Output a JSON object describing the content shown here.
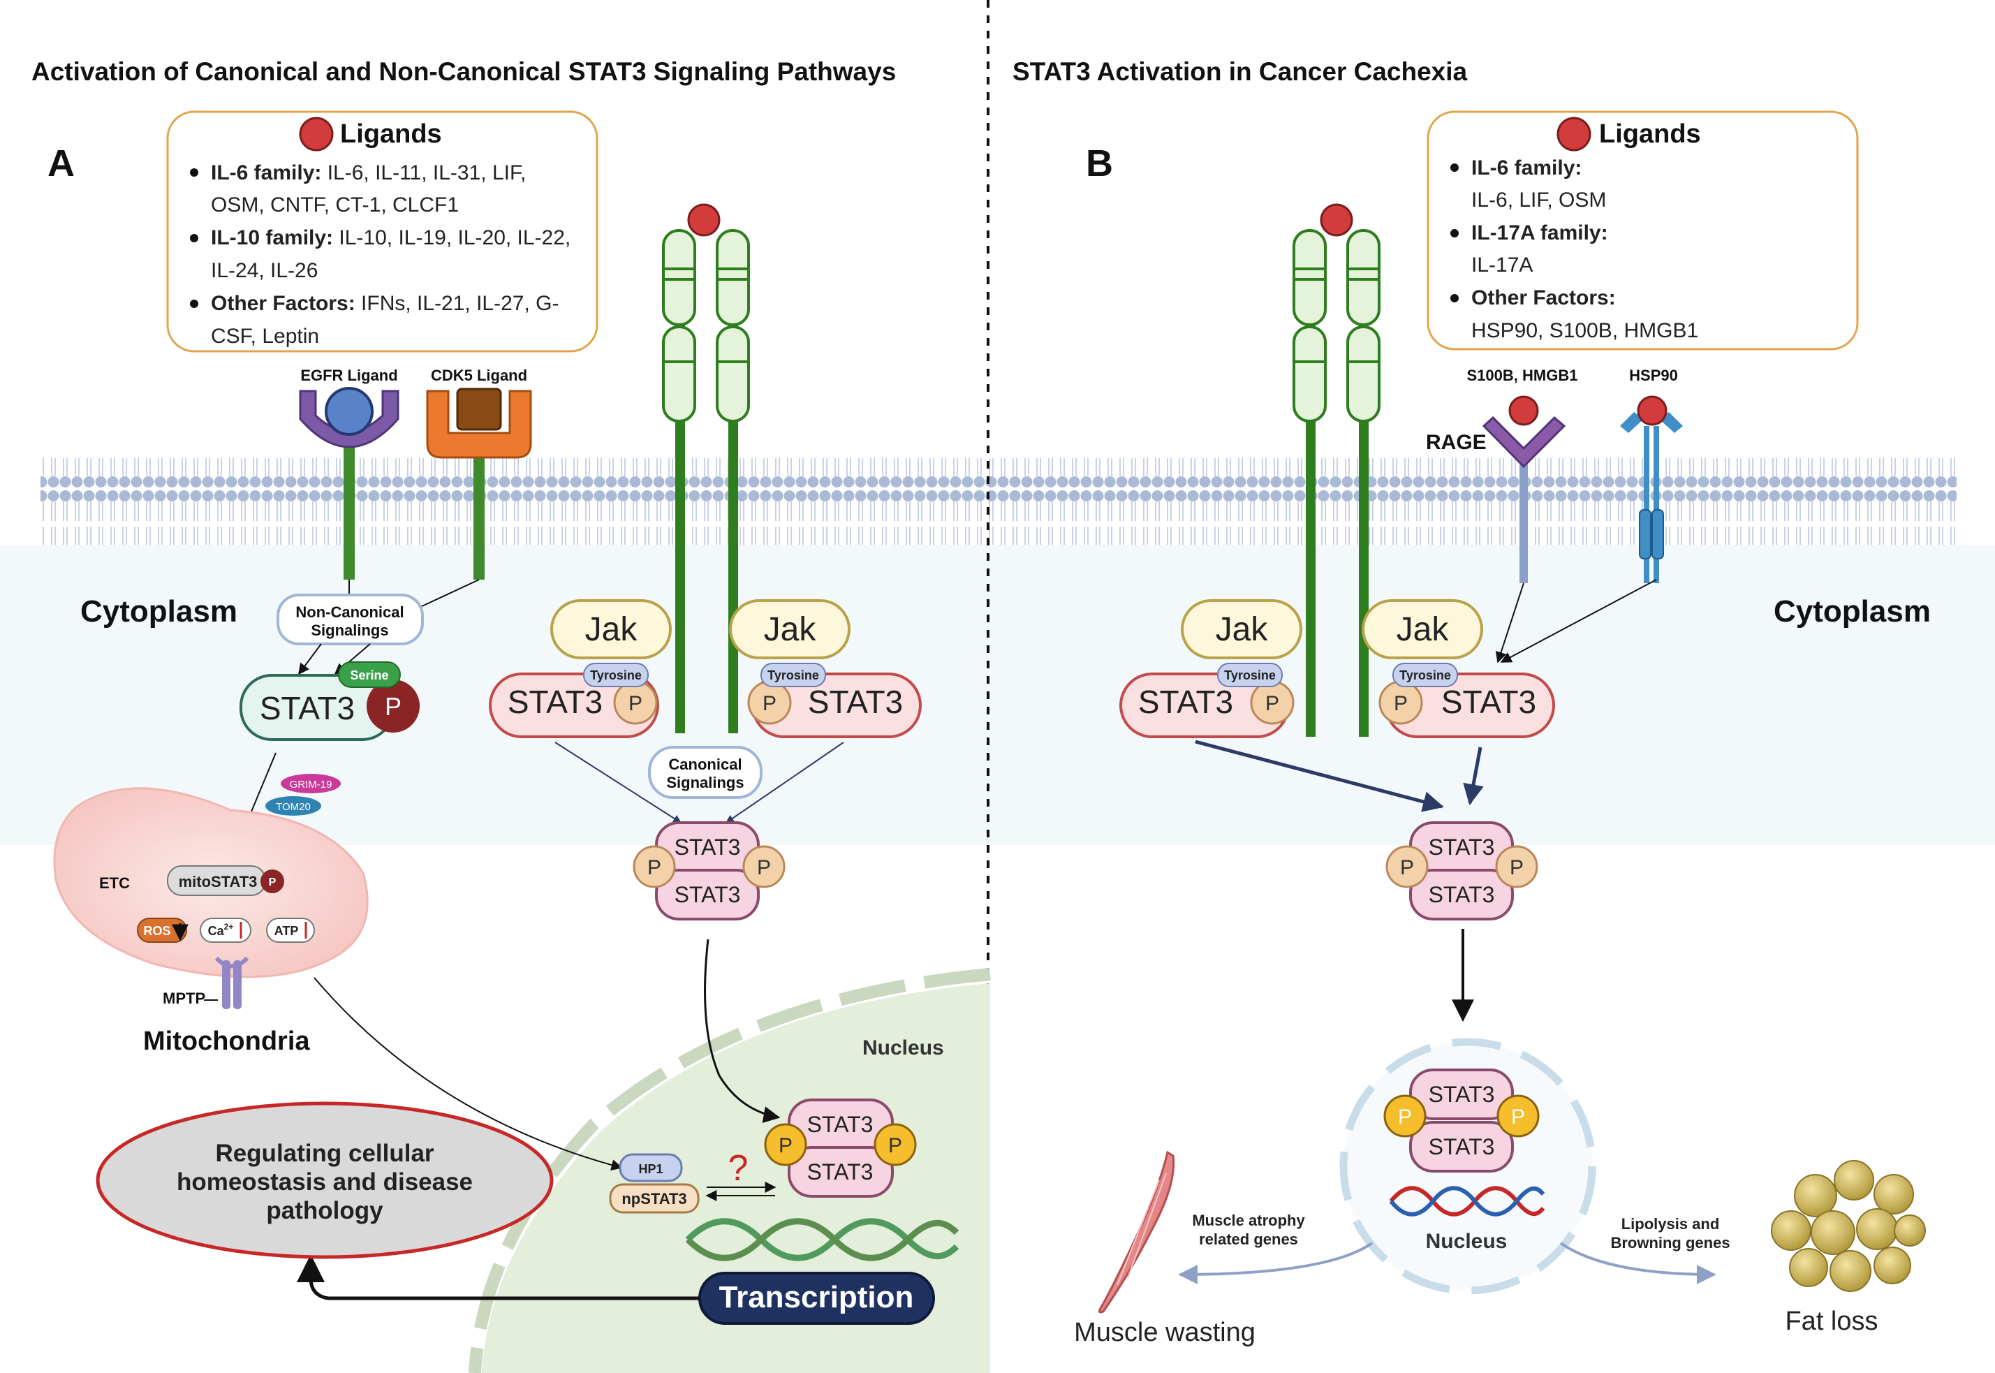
{
  "panel_a": {
    "title": "Activation of Canonical and Non-Canonical STAT3 Signaling Pathways",
    "letter": "A",
    "ligands": {
      "title": "Ligands",
      "line1_bold": "IL-6 family:",
      "line1_rest": " IL-6, IL-11, IL-31, LIF,",
      "line2": "OSM, CNTF, CT-1, CLCF1",
      "line3_bold": "IL-10 family:",
      "line3_rest": " IL-10, IL-19, IL-20, IL-22,",
      "line4": "IL-24,  IL-26",
      "line5_bold": "Other Factors:",
      "line5_rest": " IFNs, IL-21, IL-27, G-",
      "line6": "CSF, Leptin"
    },
    "egfr_ligand": "EGFR Ligand",
    "cdk5_ligand": "CDK5 Ligand",
    "cytoplasm": "Cytoplasm",
    "non_canonical": [
      "Non-Canonical",
      "Signalings"
    ],
    "serine": "Serine",
    "stat3": "STAT3",
    "p": "P",
    "grim19": "GRIM-19",
    "tom20": "TOM20",
    "etc": "ETC",
    "mito_stat3": "mitoSTAT3",
    "ros": "ROS",
    "ca": "Ca",
    "ca_sup": "2+",
    "atp": "ATP",
    "mptp": "MPTP",
    "mitochondria": "Mitochondria",
    "jak": "Jak",
    "tyrosine": "Tyrosine",
    "canonical": [
      "Canonical",
      "Signalings"
    ],
    "nucleus": "Nucleus",
    "hp1": "HP1",
    "npstat3": "npSTAT3",
    "question": "?",
    "transcription": "Transcription",
    "outcome": [
      "Regulating cellular",
      "homeostasis and disease",
      "pathology"
    ]
  },
  "panel_b": {
    "title": "STAT3 Activation in Cancer Cachexia",
    "letter": "B",
    "ligands": {
      "title": "Ligands",
      "line1": "IL-6 family:",
      "line2": "IL-6, LIF, OSM",
      "line3": "IL-17A family:",
      "line4": "IL-17A",
      "line5": "Other Factors:",
      "line6": " HSP90, S100B, HMGB1"
    },
    "s100b": "S100B, HMGB1",
    "hsp90": "HSP90",
    "rage": "RAGE",
    "cytoplasm": "Cytoplasm",
    "jak": "Jak",
    "tyrosine": "Tyrosine",
    "stat3": "STAT3",
    "p": "P",
    "nucleus": "Nucleus",
    "muscle_genes": [
      "Muscle atrophy",
      "related genes"
    ],
    "lipo_genes": [
      "Lipolysis and",
      "Browning genes"
    ],
    "muscle_wasting": "Muscle wasting",
    "fat_loss": "Fat loss"
  },
  "colors": {
    "ligand_red": "#d23c3c",
    "receptor_green": "#2e7d1f",
    "stat3_pink": "#fbe0e2",
    "stat3_border": "#c24a4a",
    "jak_yellow": "#fdf8dc",
    "p_yellow": "#f6be2c",
    "nucleus_green": "#e3eedb",
    "transcription_navy": "#1e3160",
    "membrane_blue": "#a9b9d6",
    "ligand_box_border": "#e2a34a"
  }
}
